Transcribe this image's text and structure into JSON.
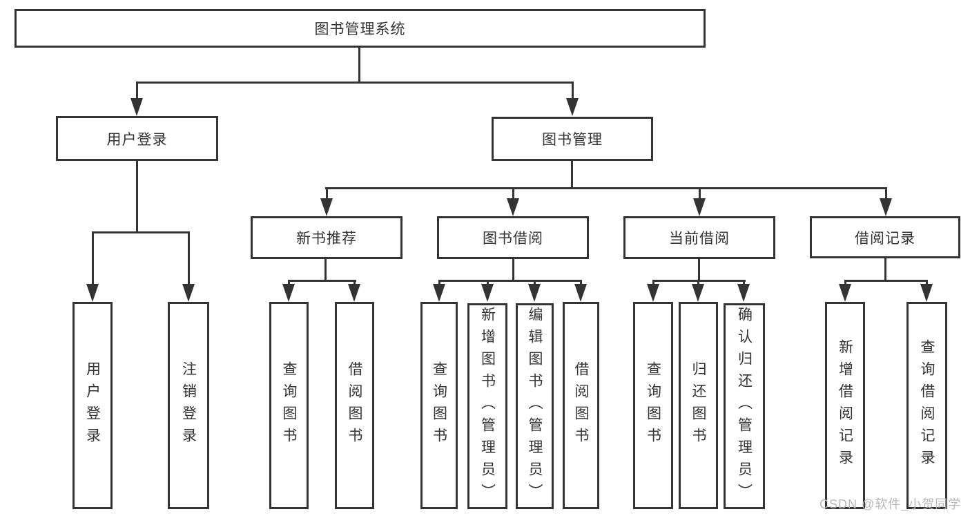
{
  "diagram": {
    "root": {
      "label": "图书管理系统"
    },
    "level2": [
      {
        "label": "用户登录"
      },
      {
        "label": "图书管理"
      }
    ],
    "level3": [
      {
        "label": "新书推荐"
      },
      {
        "label": "图书借阅"
      },
      {
        "label": "当前借阅"
      },
      {
        "label": "借阅记录"
      }
    ],
    "leaves": {
      "login": [
        {
          "label": "用户登录"
        },
        {
          "label": "注销登录"
        }
      ],
      "recommend": [
        {
          "label": "查询图书"
        },
        {
          "label": "借阅图书"
        }
      ],
      "borrow": [
        {
          "label": "查询图书"
        },
        {
          "label": "新增图书（管理员）"
        },
        {
          "label": "编辑图书（管理员）"
        },
        {
          "label": "借阅图书"
        }
      ],
      "current": [
        {
          "label": "查询图书"
        },
        {
          "label": "归还图书"
        },
        {
          "label": "确认归还（管理员）"
        }
      ],
      "records": [
        {
          "label": "新增借阅记录"
        },
        {
          "label": "查询借阅记录"
        }
      ]
    },
    "watermark": "CSDN @软件_小贺同学",
    "colors": {
      "line": "#333333",
      "watermark": "#b9b9b9",
      "box_fill": "#ffffff"
    }
  }
}
